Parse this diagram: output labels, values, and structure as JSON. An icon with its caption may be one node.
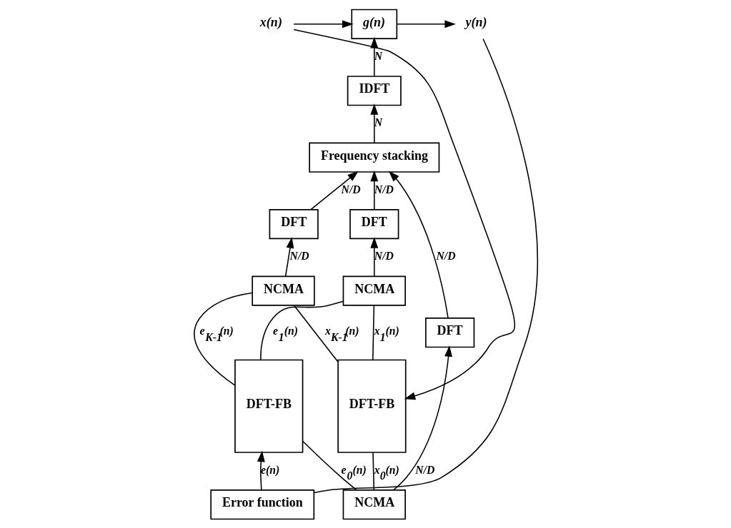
{
  "diagram": {
    "nodes": [
      {
        "text": [
          "g(n)"
        ]
      },
      {
        "text": [
          "IDFT"
        ]
      },
      {
        "text": [
          "Frequency stacking"
        ]
      },
      {
        "text": [
          "DFT"
        ]
      },
      {
        "text": [
          "DFT"
        ]
      },
      {
        "text": [
          "DFT"
        ]
      },
      {
        "text": [
          "NCMA"
        ]
      },
      {
        "text": [
          "NCMA"
        ]
      },
      {
        "text": [
          "NCMA"
        ]
      },
      {
        "text": [
          "DFT-FB"
        ]
      },
      {
        "text": [
          "DFT-FB"
        ]
      },
      {
        "text": [
          "Error function"
        ]
      },
      {
        "text": [
          "x(n)"
        ]
      },
      {
        "text": [
          "y(n)"
        ]
      }
    ],
    "edges": [
      {
        "from": 12,
        "to": 0,
        "arrow": "to"
      },
      {
        "from": 12,
        "to": 9,
        "arrow": "to"
      },
      {
        "from": 0,
        "to": 13,
        "arrow": "to"
      },
      {
        "from": 13,
        "to": 11,
        "arrow": "none"
      },
      {
        "from": 11,
        "to": 10,
        "arrow": "to",
        "label": "e(n)"
      },
      {
        "from": 1,
        "to": 0,
        "arrow": "to",
        "label": "N"
      },
      {
        "from": 2,
        "to": 1,
        "arrow": "to",
        "label": "N"
      },
      {
        "from": 3,
        "to": 2,
        "arrow": "to",
        "label": "N/D"
      },
      {
        "from": 4,
        "to": 2,
        "arrow": "to",
        "label": "N/D"
      },
      {
        "from": 5,
        "to": 2,
        "arrow": "to",
        "label": "N/D"
      },
      {
        "from": 6,
        "to": 3,
        "arrow": "to",
        "label": "N/D"
      },
      {
        "from": 7,
        "to": 4,
        "arrow": "to",
        "label": "N/D"
      },
      {
        "from": 8,
        "to": 5,
        "arrow": "to",
        "label": "N/D"
      },
      {
        "from": 9,
        "to": 6,
        "arrow": "none",
        "label": "x$_{0}$(n)"
      },
      {
        "from": 9,
        "to": 7,
        "arrow": "none",
        "label": "x$_{1}$(n)"
      },
      {
        "from": 9,
        "to": 8,
        "arrow": "none",
        "label": "x$_{K-1}$(n)"
      },
      {
        "from": 6,
        "to": 10,
        "arrow": "none",
        "label": "e$_{0}$(n)"
      },
      {
        "from": 7,
        "to": 10,
        "arrow": "none",
        "label": "e$_{1}$(n)"
      },
      {
        "from": 8,
        "to": 10,
        "arrow": "none",
        "label": "e$_{K-1}$(n)"
      }
    ]
  }
}
